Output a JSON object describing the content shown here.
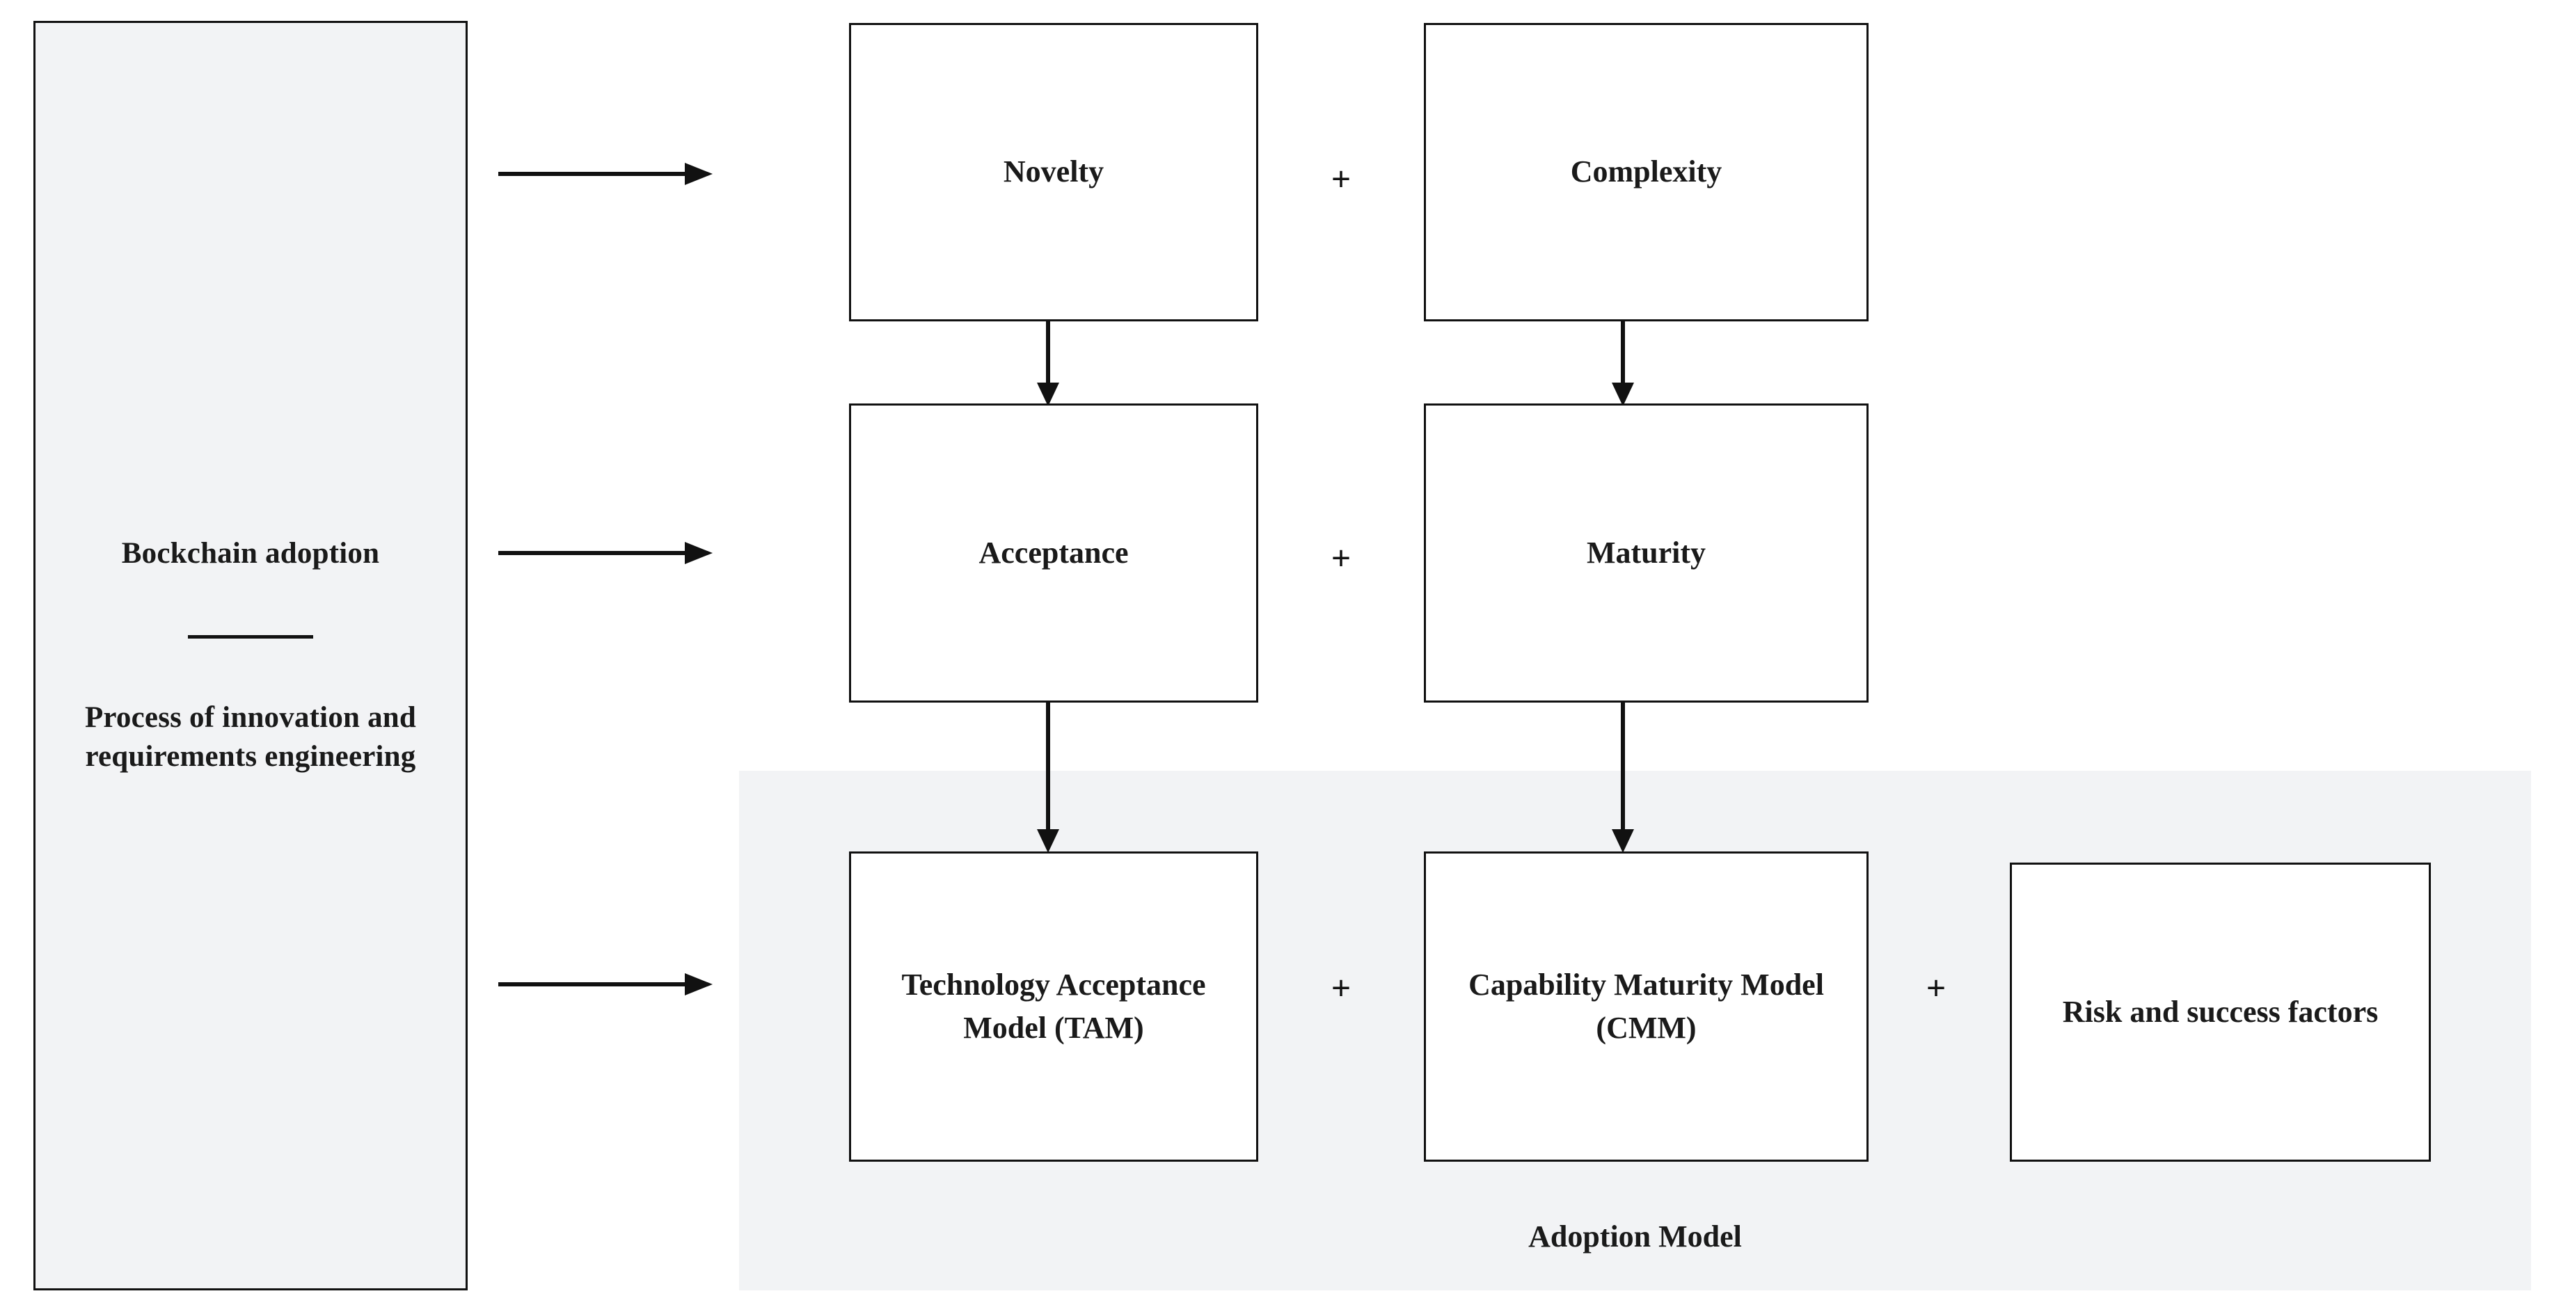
{
  "diagram": {
    "left_panel": {
      "line_1": "Bockchain adoption",
      "line_2": "Process of innovation and requirements engineering"
    },
    "region": {
      "caption": "Adoption Model",
      "background_color": "#f2f3f5"
    },
    "operators": {
      "plus_row1": "+",
      "plus_row2": "+",
      "plus_row3_a": "+",
      "plus_row3_b": "+"
    },
    "nodes": {
      "novelty": "Novelty",
      "complexity": "Complexity",
      "acceptance": "Acceptance",
      "maturity": "Maturity",
      "tam": "Technology Acceptance Model (TAM)",
      "cmm": "Capability Maturity Model (CMM)",
      "risk": "Risk and success factors"
    },
    "colors": {
      "panel_fill": "#f2f3f5",
      "box_fill": "#ffffff",
      "stroke": "#111111",
      "text": "#1a1a1a"
    }
  }
}
